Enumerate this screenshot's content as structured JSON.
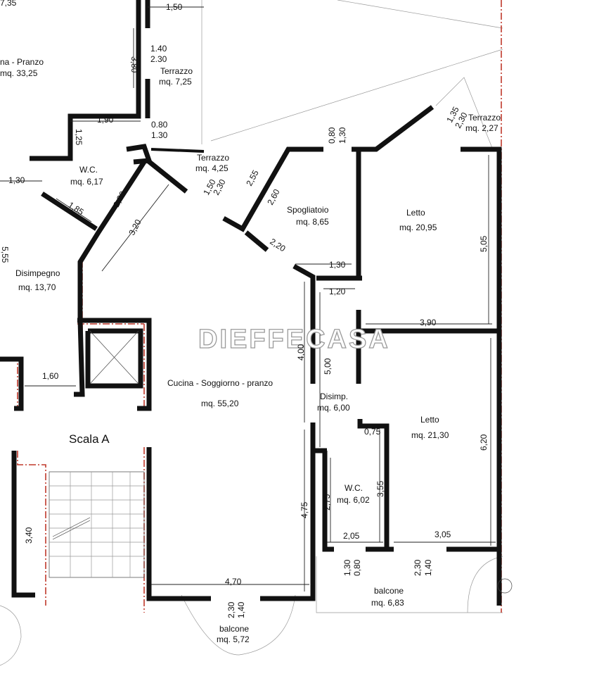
{
  "watermark": "DIEFFECASA",
  "rooms": {
    "cucina_pranzo_top": {
      "name": "na - Pranzo",
      "area": "mq. 33,25"
    },
    "terrazzo_1": {
      "name": "Terrazzo",
      "area": "mq. 7,25"
    },
    "wc_1": {
      "name": "W.C.",
      "area": "mq. 6,17"
    },
    "terrazzo_2": {
      "name": "Terrazzo",
      "area": "mq. 4,25"
    },
    "spogliatoio": {
      "name": "Spogliatoio",
      "area": "mq. 8,65"
    },
    "letto_1": {
      "name": "Letto",
      "area": "mq. 20,95"
    },
    "terrazzo_3": {
      "name": "Terrazzo",
      "area": "mq. 2,27"
    },
    "disimpegno": {
      "name": "Disimpegno",
      "area": "mq. 13,70"
    },
    "cucina_soggiorno": {
      "name": "Cucina - Soggiorno - pranzo",
      "area": "mq. 55,20"
    },
    "disimp": {
      "name": "Disimp.",
      "area": "mq. 6,00"
    },
    "letto_2": {
      "name": "Letto",
      "area": "mq. 21,30"
    },
    "wc_2": {
      "name": "W.C.",
      "area": "mq. 6,02"
    },
    "scala": {
      "name": "Scala A"
    },
    "balcone_1": {
      "name": "balcone",
      "area": "mq. 5,72"
    },
    "balcone_2": {
      "name": "balcone",
      "area": "mq. 6,83"
    }
  },
  "dimensions": {
    "d_735": "7,35",
    "d_150": "1,50",
    "d_380": "3,80",
    "d_140a": "1.40",
    "d_230a": "2.30",
    "d_080a": "0.80",
    "d_130a": "1.30",
    "d_190": "1,90",
    "d_125": "1,25",
    "d_130b": "1,30",
    "d_230b": "2,30",
    "d_185": "1,85",
    "d_320": "3,20",
    "d_150b": "1,50",
    "d_230c": "2,30",
    "d_255": "2,55",
    "d_260": "2,60",
    "d_220": "2,20",
    "d_080b": "0,80",
    "d_130c": "1,30",
    "d_135": "1,35",
    "d_230d": "2,30",
    "d_130d": "1,30",
    "d_120": "1,20",
    "d_505": "5,05",
    "d_555": "5,55",
    "d_390": "3,90",
    "d_400": "4,00",
    "d_500": "5,00",
    "d_160": "1,60",
    "d_075": "0,75",
    "d_355": "3,55",
    "d_275": "2,75",
    "d_475": "4,75",
    "d_620": "6,20",
    "d_205": "2,05",
    "d_305": "3,05",
    "d_340": "3,40",
    "d_470": "4,70",
    "d_230e": "2,30",
    "d_140b": "1,40",
    "d_130e": "1,30",
    "d_080c": "0,80",
    "d_230f": "2,30",
    "d_140c": "1,40"
  }
}
